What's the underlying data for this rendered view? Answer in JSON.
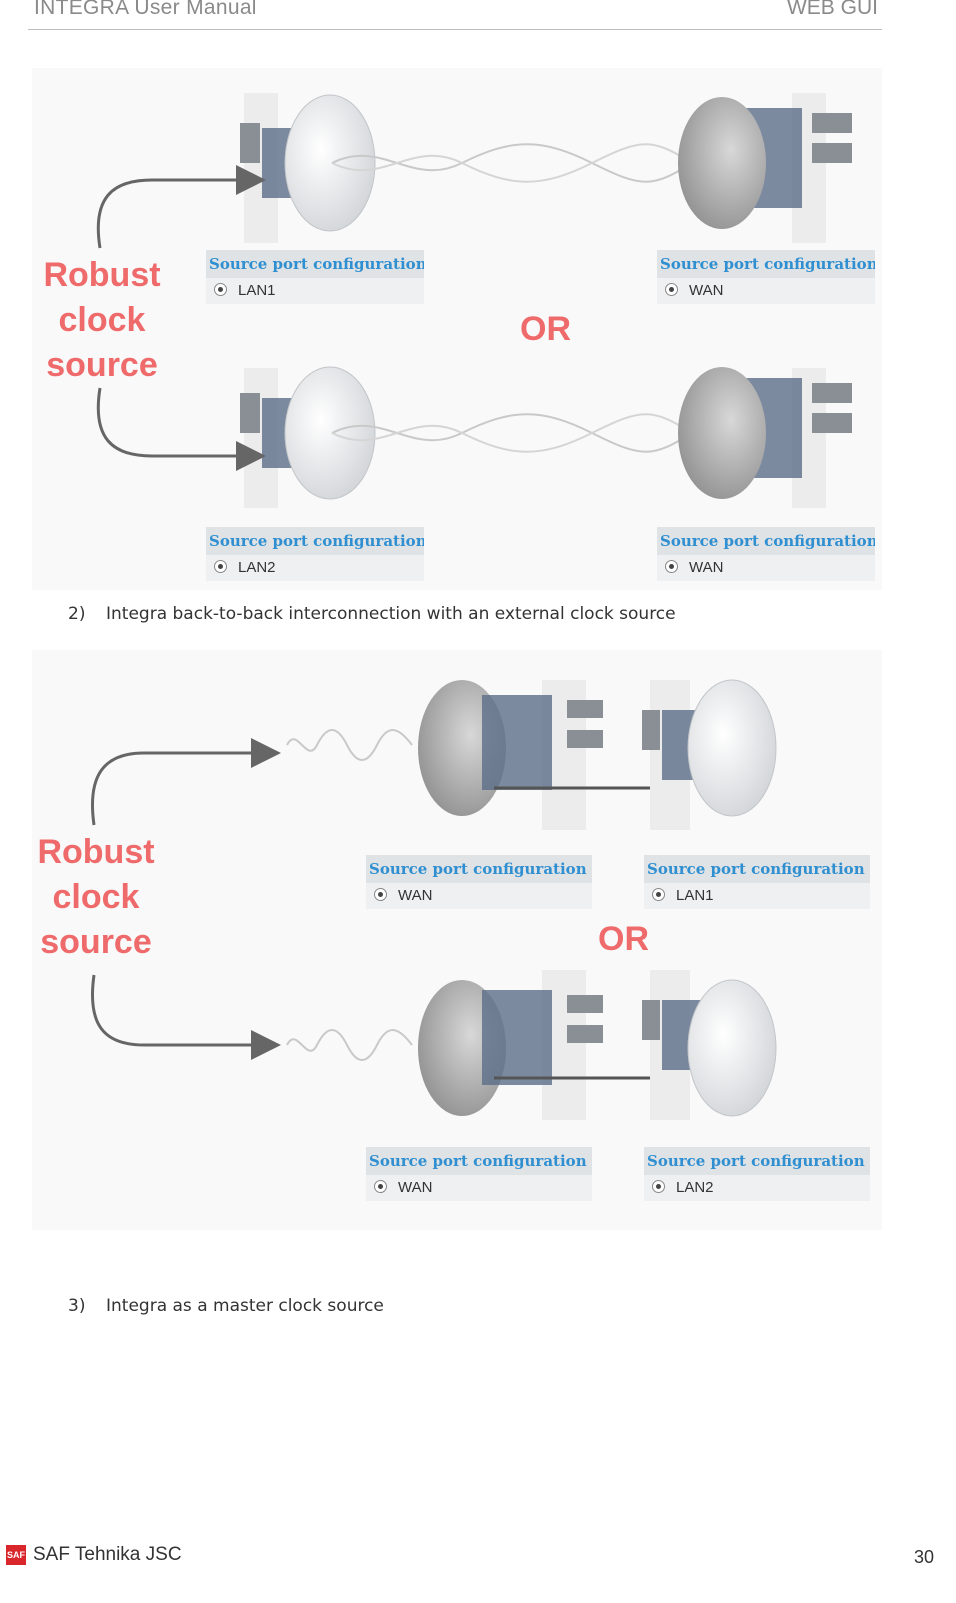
{
  "header": {
    "title": "INTEGRA User Manual",
    "section": "WEB GUI"
  },
  "figure1": {
    "label": [
      "Robust",
      "clock",
      "source"
    ],
    "or": "OR",
    "configs": [
      {
        "title": "Source port configuration",
        "value": "LAN1"
      },
      {
        "title": "Source port configuration",
        "value": "WAN"
      },
      {
        "title": "Source port configuration",
        "value": "LAN2"
      },
      {
        "title": "Source port configuration",
        "value": "WAN"
      }
    ]
  },
  "caption2": {
    "num": "2)",
    "text": "Integra back-to-back interconnection with an external clock source"
  },
  "figure2": {
    "label": [
      "Robust",
      "clock",
      "source"
    ],
    "or": "OR",
    "configs": [
      {
        "title": "Source port configuration",
        "value": "WAN"
      },
      {
        "title": "Source port configuration",
        "value": "LAN1"
      },
      {
        "title": "Source port configuration",
        "value": "WAN"
      },
      {
        "title": "Source port configuration",
        "value": "LAN2"
      }
    ]
  },
  "caption3": {
    "num": "3)",
    "text": "Integra as a master clock source"
  },
  "footer": {
    "logo": "SAF",
    "company": "SAF Tehnika JSC",
    "page": "30"
  },
  "colors": {
    "accent_red": "#ef6a6a",
    "config_title_blue": "#2f8fd0"
  }
}
